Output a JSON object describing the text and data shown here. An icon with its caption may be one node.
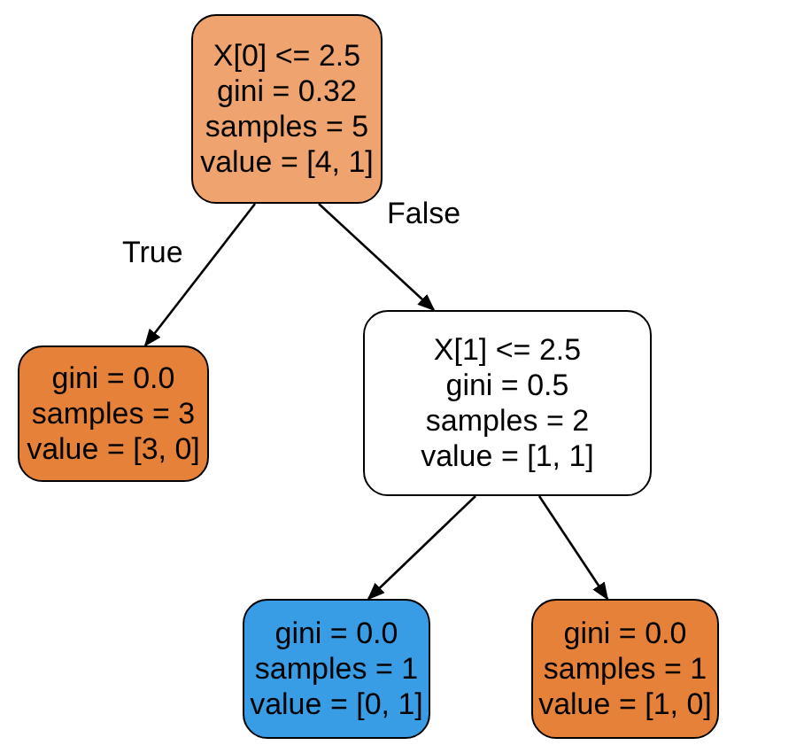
{
  "diagram": {
    "nodes": [
      {
        "text": [
          "X[0] <= 2.5",
          "gini = 0.32",
          "samples = 5",
          "value = [4, 1]"
        ]
      },
      {
        "text": [
          "gini = 0.0",
          "samples = 3",
          "value = [3, 0]"
        ]
      },
      {
        "text": [
          "X[1] <= 2.5",
          "gini = 0.5",
          "samples = 2",
          "value = [1, 1]"
        ]
      },
      {
        "text": [
          "gini = 0.0",
          "samples = 1",
          "value = [0, 1]"
        ]
      },
      {
        "text": [
          "gini = 0.0",
          "samples = 1",
          "value = [1, 0]"
        ]
      }
    ],
    "edges": [
      {
        "from": 0,
        "to": 1,
        "arrow": "to",
        "label": "True"
      },
      {
        "from": 0,
        "to": 2,
        "arrow": "to",
        "label": "False"
      },
      {
        "from": 2,
        "to": 3,
        "arrow": "to"
      },
      {
        "from": 2,
        "to": 4,
        "arrow": "to"
      }
    ]
  }
}
